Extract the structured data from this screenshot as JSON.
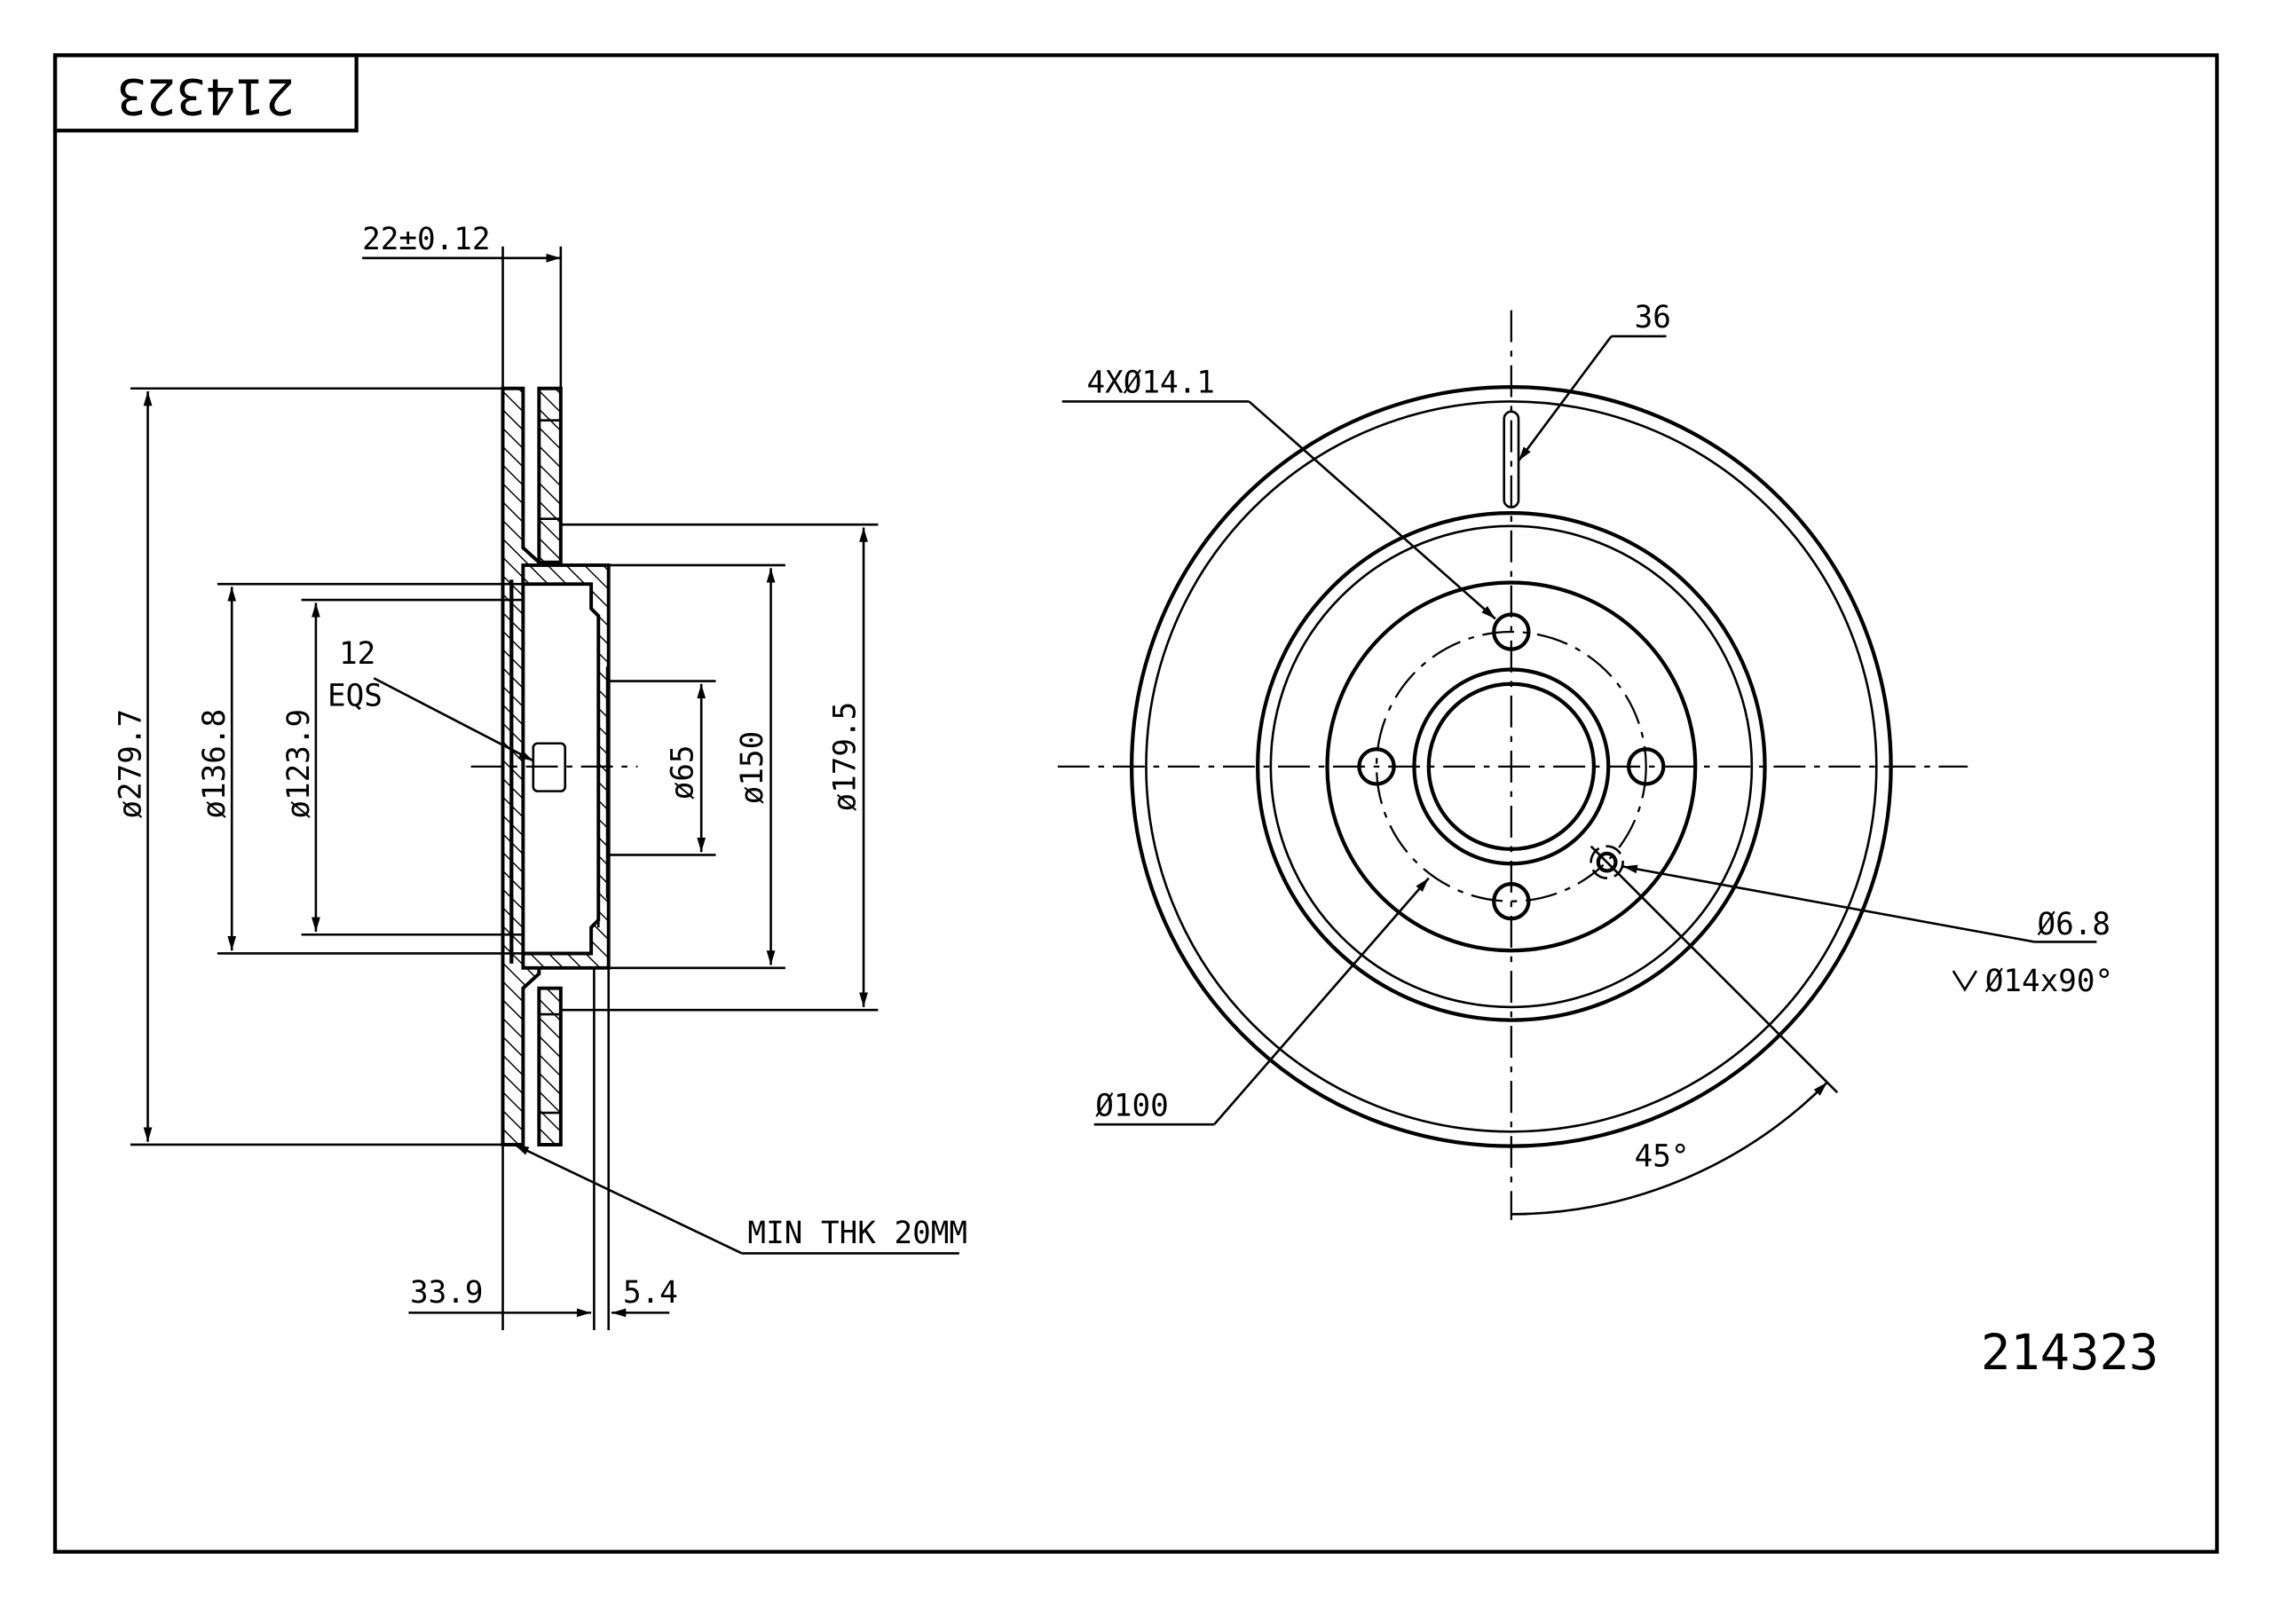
{
  "part_number_box": "214323",
  "part_number": "214323",
  "side_view": {
    "thickness": "22±0.12",
    "outer_diameter": "ø279.7",
    "diameter_136": "ø136.8",
    "diameter_123": "ø123.9",
    "holes_count": "12",
    "holes_spacing": "EQS",
    "center_bore": "ø65",
    "hat_diameter": "ø150",
    "friction_inner": "ø179.5",
    "min_thickness": "MIN THK 20MM",
    "hat_height": "33.9",
    "flange_thickness": "5.4"
  },
  "front_view": {
    "bolt_holes": "4XØ14.1",
    "slot_label": "36",
    "aux_hole": "Ø6.8",
    "countersink": "Ø14x90°",
    "bolt_circle": "Ø100",
    "angle": "45°"
  }
}
